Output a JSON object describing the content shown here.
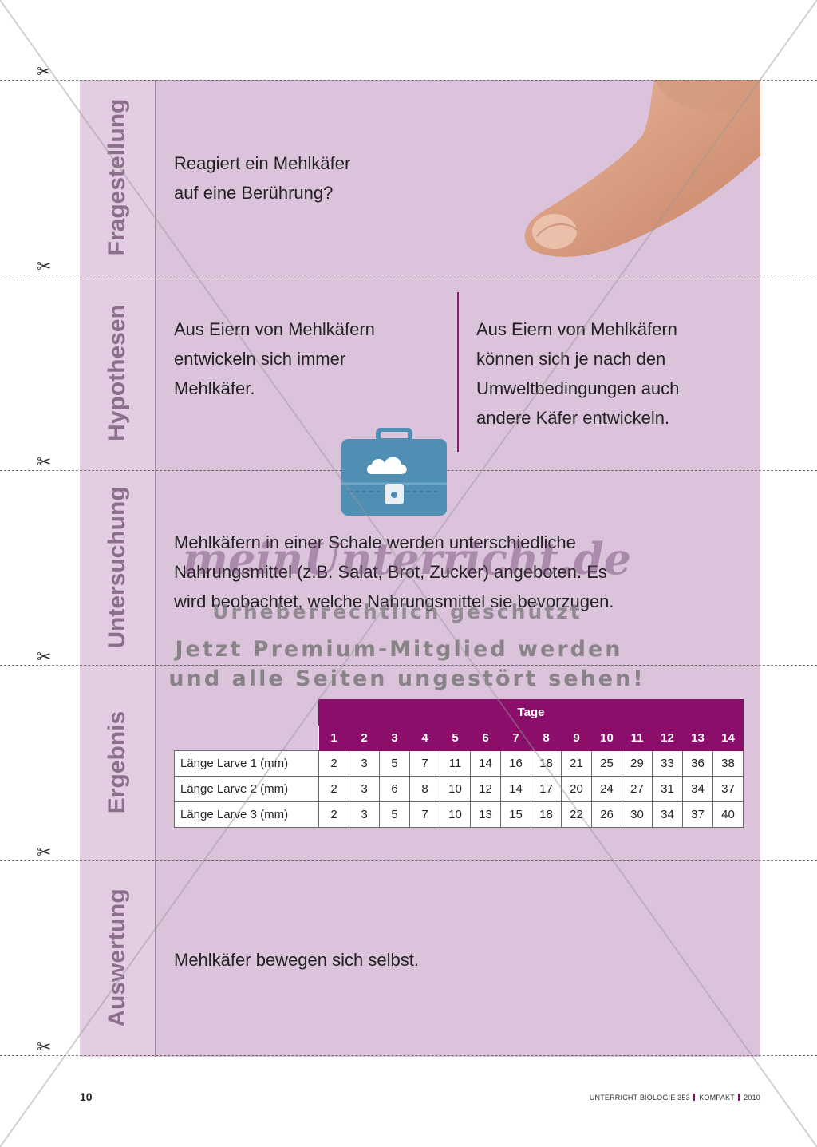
{
  "sections": {
    "fragestellung": {
      "label": "Fragestellung",
      "text_line1": "Reagiert ein Mehlkäfer",
      "text_line2": "auf eine Berührung?"
    },
    "hypothesen": {
      "label": "Hypothesen",
      "left_line1": "Aus Eiern von Mehlkäfern",
      "left_line2": "entwickeln sich immer",
      "left_line3": "Mehlkäfer.",
      "right_line1": "Aus Eiern von Mehlkäfern",
      "right_line2": "können sich je nach den",
      "right_line3": "Umweltbedingungen auch",
      "right_line4": "andere Käfer entwickeln."
    },
    "untersuchung": {
      "label": "Untersuchung",
      "line1": "Mehlkäfern in einer Schale werden unterschiedliche",
      "line2": "Nahrungsmittel (z.B. Salat, Brot, Zucker) angeboten. Es",
      "line3": "wird beobachtet, welche Nahrungsmittel sie bevorzugen."
    },
    "ergebnis": {
      "label": "Ergebnis"
    },
    "auswertung": {
      "label": "Auswertung",
      "text": "Mehlkäfer bewegen sich selbst."
    }
  },
  "chart_data": {
    "type": "table",
    "header": "Tage",
    "columns": [
      "1",
      "2",
      "3",
      "4",
      "5",
      "6",
      "7",
      "8",
      "9",
      "10",
      "11",
      "12",
      "13",
      "14"
    ],
    "rows": [
      {
        "label": "Länge Larve 1 (mm)",
        "values": [
          "2",
          "3",
          "5",
          "7",
          "11",
          "14",
          "16",
          "18",
          "21",
          "25",
          "29",
          "33",
          "36",
          "38"
        ]
      },
      {
        "label": "Länge Larve 2 (mm)",
        "values": [
          "2",
          "3",
          "6",
          "8",
          "10",
          "12",
          "14",
          "17",
          "20",
          "24",
          "27",
          "31",
          "34",
          "37"
        ]
      },
      {
        "label": "Länge Larve 3 (mm)",
        "values": [
          "2",
          "3",
          "5",
          "7",
          "10",
          "13",
          "15",
          "18",
          "22",
          "26",
          "30",
          "34",
          "37",
          "40"
        ]
      }
    ]
  },
  "watermark": {
    "logo": "meinUnterricht.de",
    "line1": "Urheberrechtlich geschützt",
    "line2": "Jetzt Premium-Mitglied werden",
    "line3": "und alle Seiten ungestört sehen!"
  },
  "footer": {
    "page_number": "10",
    "pub_part1": "UNTERRICHT BIOLOGIE 353",
    "pub_part2": "KOMPAKT",
    "pub_part3": "2010"
  },
  "icons": {
    "scissors": "✂",
    "briefcase": "briefcase-cloud-icon",
    "finger": "finger-image"
  },
  "colors": {
    "panel": "#dcc3dc",
    "label_column": "#e3cde3",
    "label_text": "#8d6f8d",
    "table_header": "#8b0e6b",
    "divider": "#8b1a6b",
    "briefcase": "#4f8fb4"
  }
}
